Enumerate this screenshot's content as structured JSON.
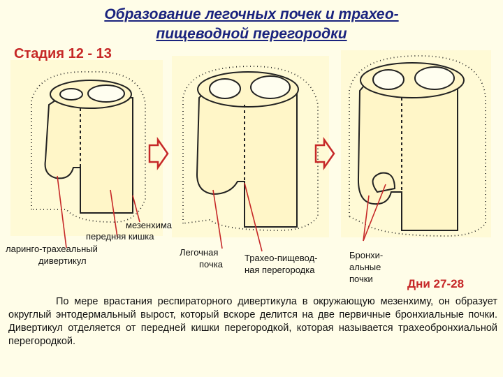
{
  "title_line1": "Образование легочных почек и трахео-",
  "title_line2": "пищеводной перегородки",
  "stage": "Стадия 12 - 13",
  "labels": {
    "mesenchyme": "мезенхима",
    "foregut": "передняя кишка",
    "laryngotracheal_1": "ларинго-трахеальный",
    "laryngotracheal_2": "дивертикул",
    "lung_bud_1": "Легочная",
    "lung_bud_2": "почка",
    "septum_1": "Трахео-пищевод-",
    "septum_2": "ная перегородка",
    "bronchial_1": "Бронхи-",
    "bronchial_2": "альные",
    "bronchial_3": "почки"
  },
  "days": "Дни 27-28",
  "description": "По мере врастания респираторного дивертикула в окружающую мезенхиму, он образует округлый энтодермальный вырост, который вскоре делится на две первичные бронхиальные почки. Дивертикул отделяется от передней кишки перегородкой, которая называется трахеобронхиальной перегородкой.",
  "colors": {
    "title": "#1a237e",
    "accent": "#c62828",
    "tube_fill": "#fff6c8",
    "panel_bg": "#fffad6"
  }
}
